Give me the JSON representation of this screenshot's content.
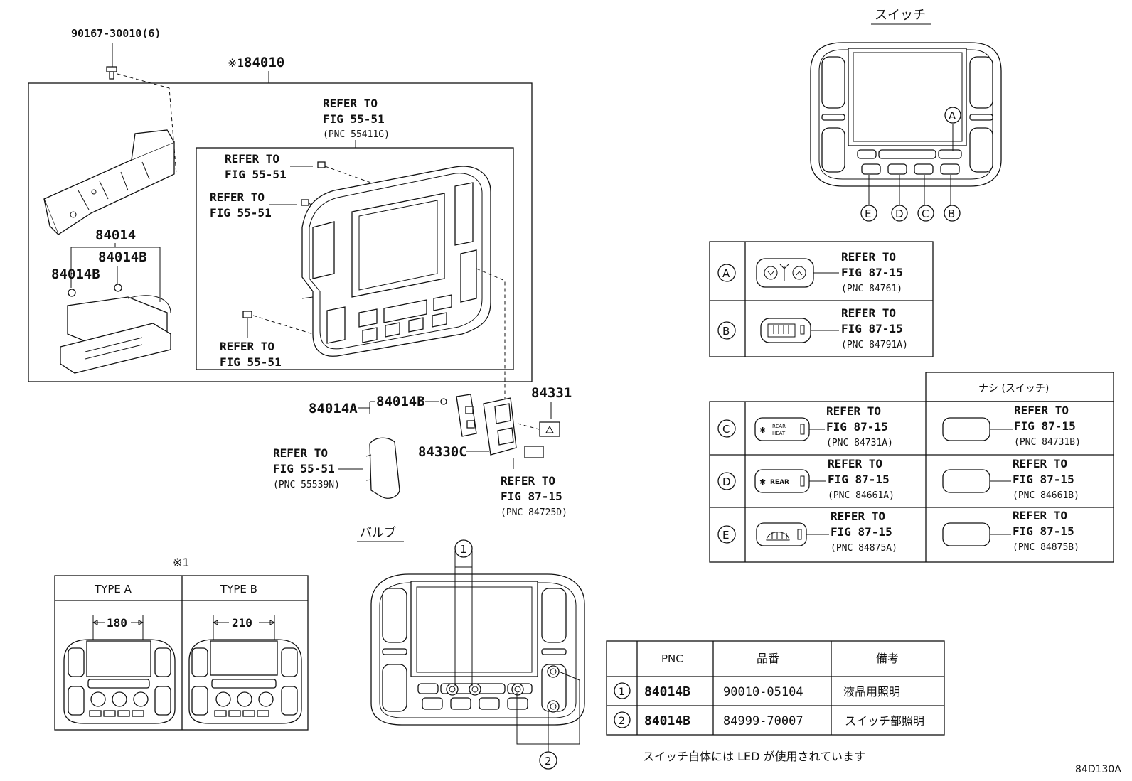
{
  "diagram_id": "84D130A",
  "parts": {
    "bolt": "90167-30010(6)",
    "main_assembly": "84010",
    "asterisk_ref": "※1",
    "switch_assy": "84014",
    "bulb_b_upper": "84014B",
    "bulb_b_left": "84014B",
    "p84014a": "84014A",
    "p84014b_mid": "84014B",
    "p84331": "84331",
    "p84330c": "84330C"
  },
  "refers": {
    "r1": {
      "line1": "REFER TO",
      "line2": "FIG 55-51",
      "line3": "(PNC 55411G)"
    },
    "r2": {
      "line1": "REFER TO",
      "line2": "FIG 55-51"
    },
    "r3": {
      "line1": "REFER TO",
      "line2": "FIG 55-51"
    },
    "r4": {
      "line1": "REFER TO",
      "line2": "FIG 55-51"
    },
    "r5": {
      "line1": "REFER TO",
      "line2": "FIG 55-51",
      "line3": "(PNC 55539N)"
    },
    "r6": {
      "line1": "REFER TO",
      "line2": "FIG 87-15",
      "line3": "(PNC 84725D)"
    }
  },
  "sections": {
    "switch": "スイッチ",
    "bulb": "バルブ",
    "note1": "※1"
  },
  "markers": {
    "A": "A",
    "B": "B",
    "C": "C",
    "D": "D",
    "E": "E",
    "one": "1",
    "two": "2"
  },
  "type_table": {
    "type_a": "TYPE A",
    "type_b": "TYPE B",
    "dim_a": "180",
    "dim_b": "210"
  },
  "switch_table_ab": [
    {
      "marker": "A",
      "line1": "REFER TO",
      "line2": "FIG 87-15",
      "line3": "(PNC 84761)"
    },
    {
      "marker": "B",
      "line1": "REFER TO",
      "line2": "FIG 87-15",
      "line3": "(PNC 84791A)"
    }
  ],
  "switch_table_cde": {
    "header": "ナシ (スイッチ)",
    "rows": [
      {
        "marker": "C",
        "icon_top": "REAR",
        "icon_bottom": "HEAT",
        "line1": "REFER TO",
        "line2": "FIG 87-15",
        "line3": "(PNC 84731A)",
        "alt1": "REFER TO",
        "alt2": "FIG 87-15",
        "alt3": "(PNC 84731B)"
      },
      {
        "marker": "D",
        "icon_top": "REAR",
        "line1": "REFER TO",
        "line2": "FIG 87-15",
        "line3": "(PNC 84661A)",
        "alt1": "REFER TO",
        "alt2": "FIG 87-15",
        "alt3": "(PNC 84661B)"
      },
      {
        "marker": "E",
        "line1": "REFER TO",
        "line2": "FIG 87-15",
        "line3": "(PNC 84875A)",
        "alt1": "REFER TO",
        "alt2": "FIG 87-15",
        "alt3": "(PNC 84875B)"
      }
    ]
  },
  "bulb_table": {
    "headers": [
      "PNC",
      "品番",
      "備考"
    ],
    "rows": [
      {
        "marker": "1",
        "pnc": "84014B",
        "part": "90010-05104",
        "note": "液晶用照明"
      },
      {
        "marker": "2",
        "pnc": "84014B",
        "part": "84999-70007",
        "note": "スイッチ部照明"
      }
    ],
    "footnote": "スイッチ自体には LED が使用されています"
  }
}
